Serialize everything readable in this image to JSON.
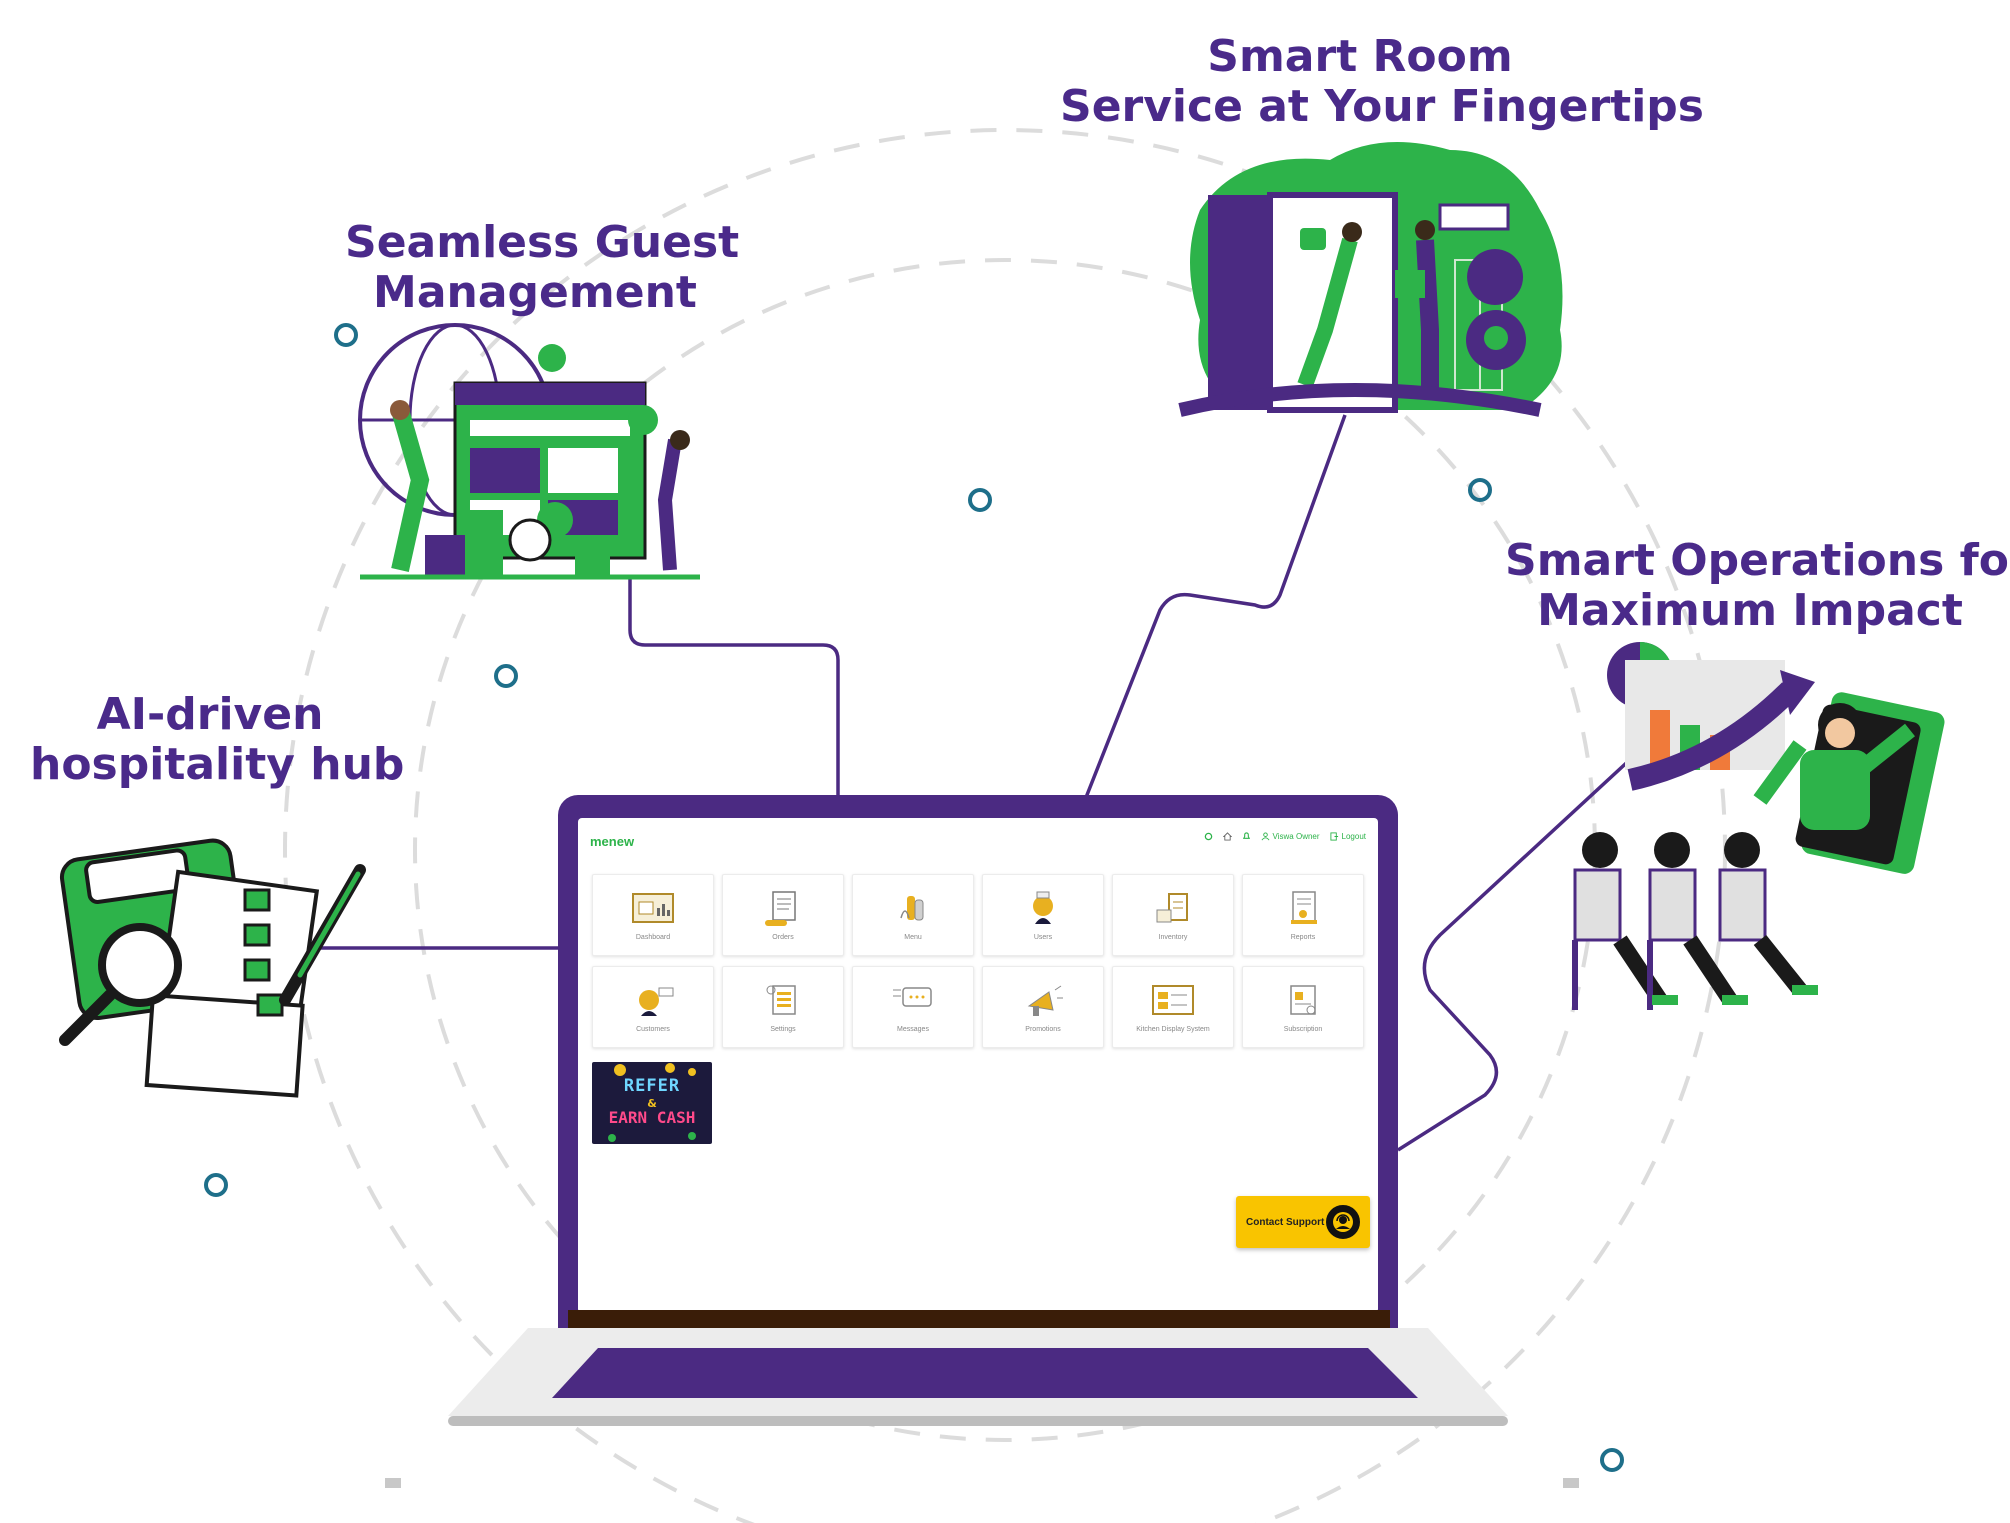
{
  "headings": {
    "ai_hub": [
      "AI-driven",
      "hospitality hub"
    ],
    "guest_mgmt": [
      "Seamless Guest",
      "Management"
    ],
    "room_service": [
      "Smart Room",
      "Service at Your Fingertips"
    ],
    "operations": [
      "Smart Operations for",
      "Maximum Impact"
    ]
  },
  "app": {
    "logo": "menew",
    "nav": [
      {
        "icon": "refresh-icon",
        "label": ""
      },
      {
        "icon": "home-icon",
        "label": ""
      },
      {
        "icon": "bell-icon",
        "label": ""
      },
      {
        "icon": "user-icon",
        "label": "Viswa Owner"
      },
      {
        "icon": "logout-icon",
        "label": "Logout"
      }
    ],
    "tiles": [
      {
        "label": "Dashboard",
        "icon": "dashboard-icon"
      },
      {
        "label": "Orders",
        "icon": "orders-icon"
      },
      {
        "label": "Menu",
        "icon": "menu-icon"
      },
      {
        "label": "Users",
        "icon": "users-icon"
      },
      {
        "label": "Inventory",
        "icon": "inventory-icon"
      },
      {
        "label": "Reports",
        "icon": "reports-icon"
      },
      {
        "label": "Customers",
        "icon": "customers-icon"
      },
      {
        "label": "Settings",
        "icon": "settings-icon"
      },
      {
        "label": "Messages",
        "icon": "messages-icon"
      },
      {
        "label": "Promotions",
        "icon": "promotions-icon"
      },
      {
        "label": "Kitchen Display System",
        "icon": "kitchen-display-icon"
      },
      {
        "label": "Subscription",
        "icon": "subscription-icon"
      }
    ],
    "refer_banner": {
      "line1": "REFER",
      "amp": "&",
      "line2": "EARN CASH"
    },
    "support_button": "Contact Support"
  },
  "colors": {
    "brand_purple": "#4a2a8a",
    "brand_green": "#2db34a",
    "support_yellow": "#f9c400",
    "accent_teal": "#1e6f8a"
  }
}
